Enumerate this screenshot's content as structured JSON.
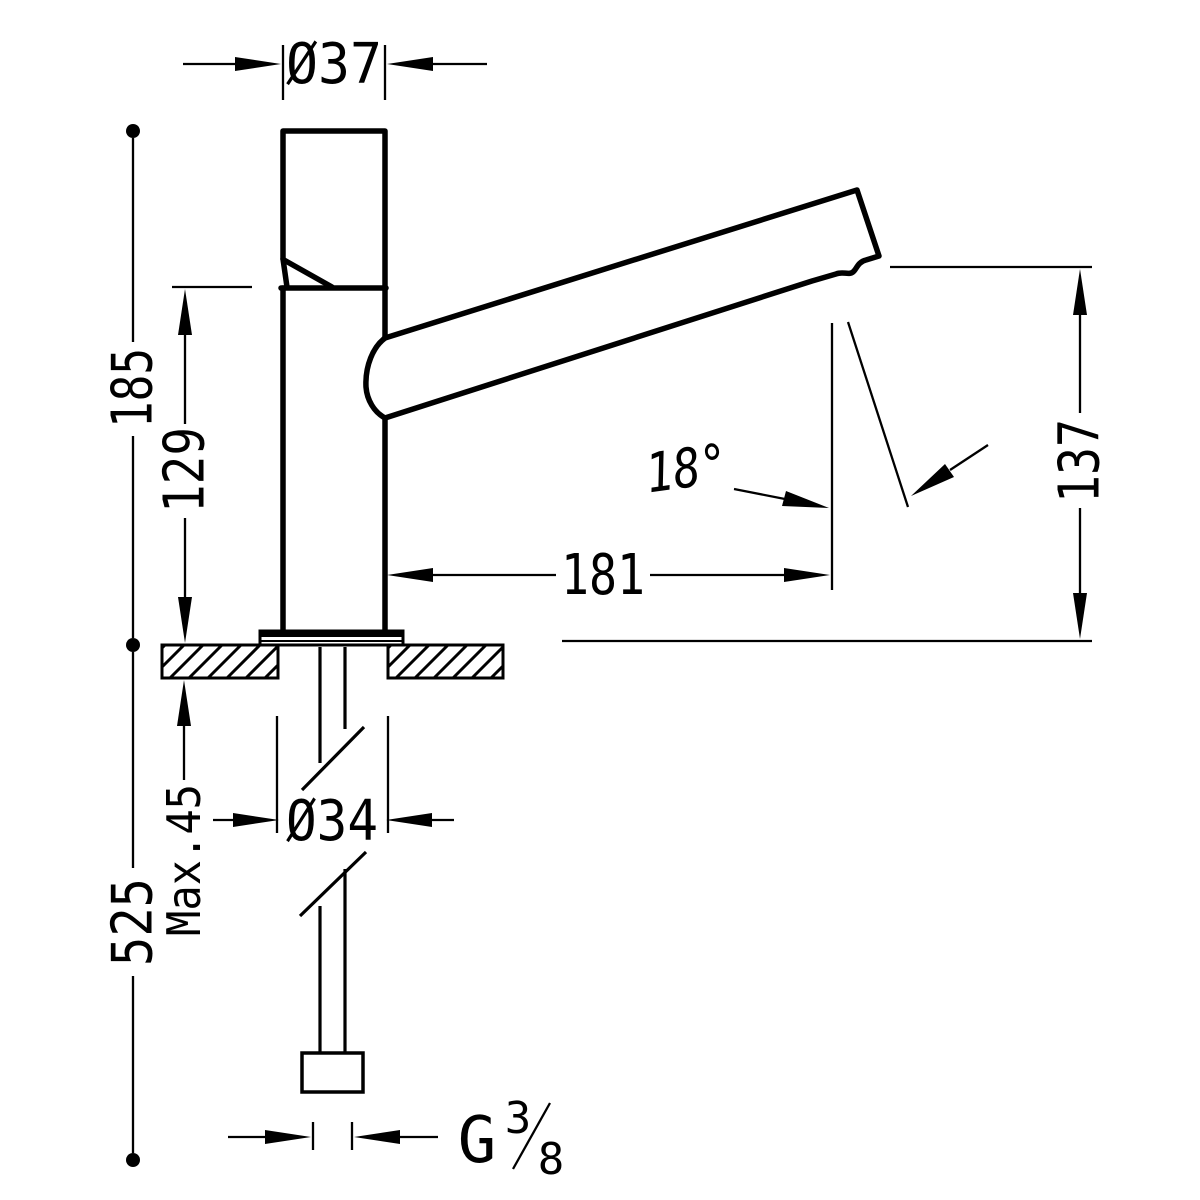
{
  "drawing": {
    "dimensions": {
      "spout_diameter": "Ø37",
      "total_height": "185",
      "body_height": "129",
      "outlet_height": "137",
      "spout_reach": "181",
      "spout_angle": "18°",
      "hole_diameter": "Ø34",
      "max_deck_thickness": "Max.45",
      "hose_length": "525",
      "thread_letter": "G",
      "thread_numerator": "3",
      "thread_denominator": "8"
    },
    "colors": {
      "line": "#000000",
      "background": "#ffffff"
    }
  }
}
